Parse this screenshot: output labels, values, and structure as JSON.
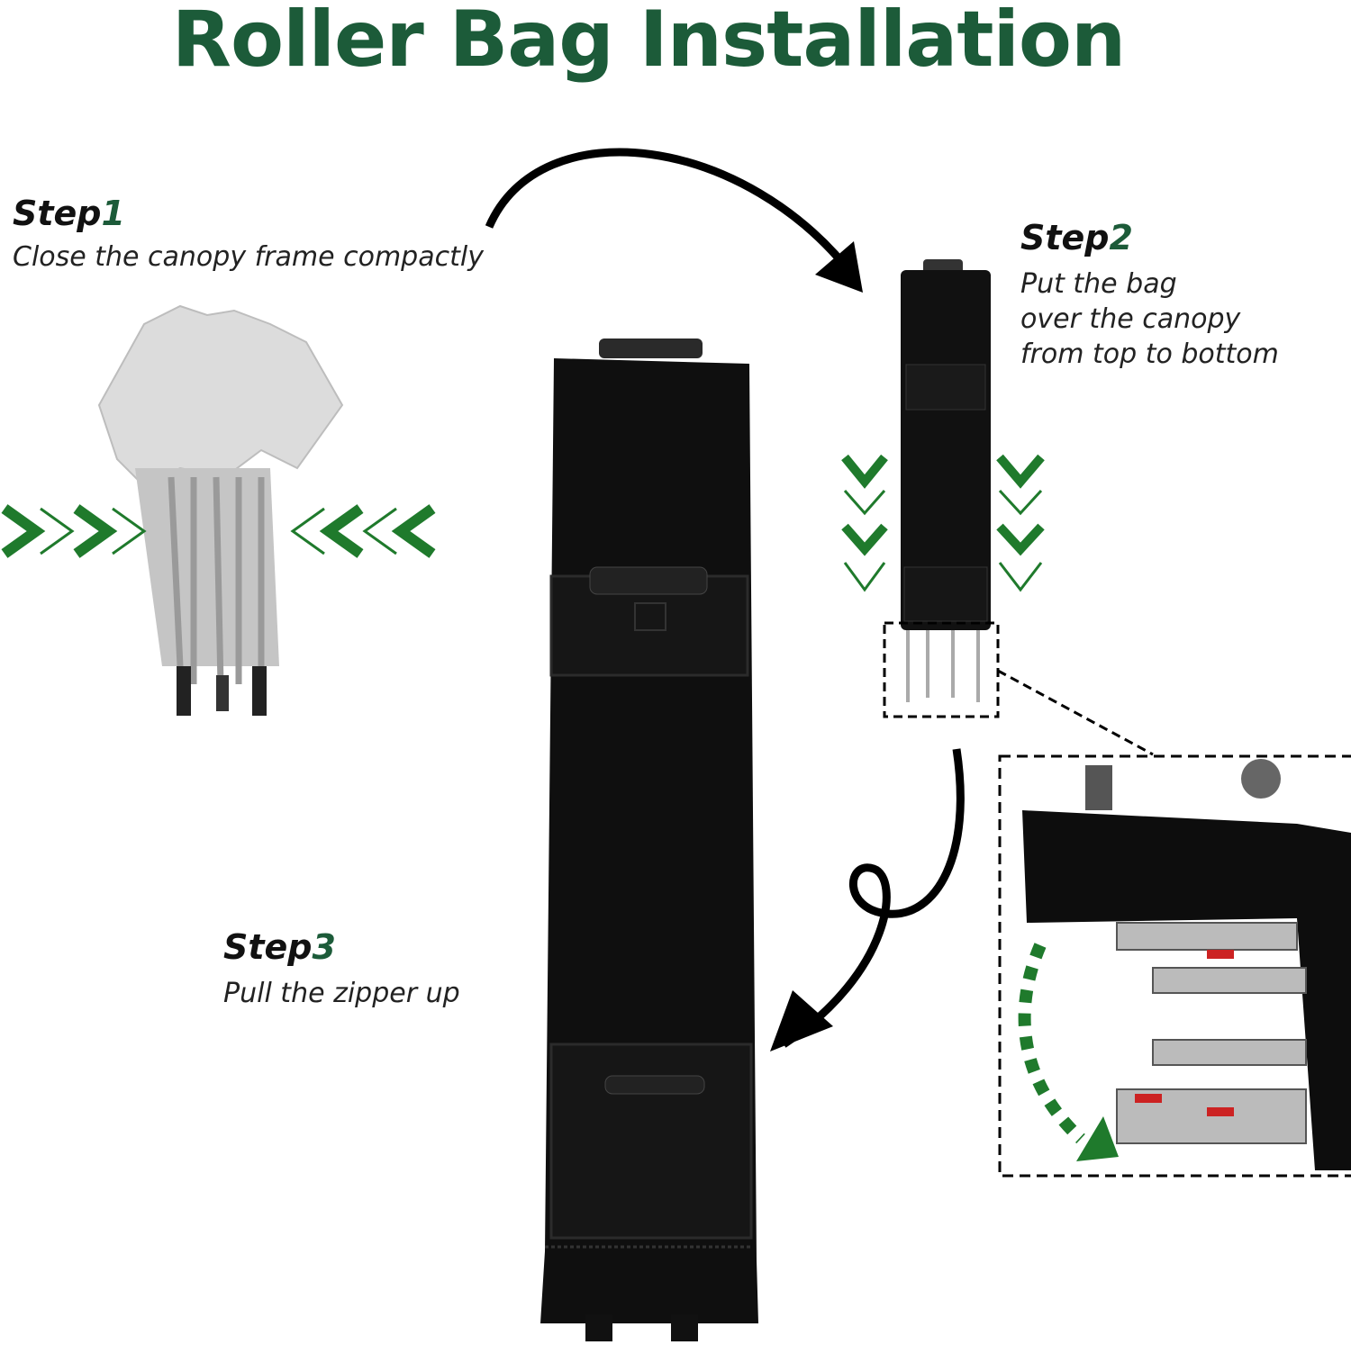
{
  "title": "Roller Bag Installation",
  "steps": [
    {
      "label": "Step",
      "number": "1",
      "description": "Close the canopy frame compactly"
    },
    {
      "label": "Step",
      "number": "2",
      "description_lines": [
        "Put the bag",
        "over the canopy",
        "from top to bottom"
      ]
    },
    {
      "label": "Step",
      "number": "3",
      "description": "Pull the zipper up"
    }
  ],
  "colors": {
    "accent": "#1c5b39",
    "arrow_green": "#1f7a2c",
    "bag": "#0d0d0d",
    "canopy": "#c9c9c9"
  }
}
